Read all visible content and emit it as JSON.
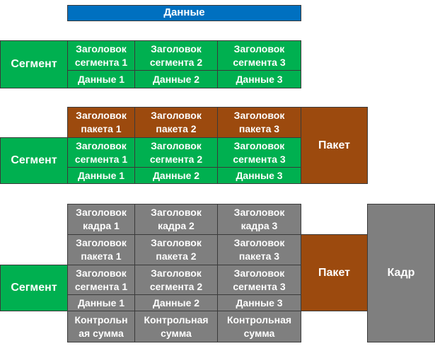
{
  "colors": {
    "data": "#0070c0",
    "segment": "#00b050",
    "packet": "#9c4a0e",
    "frame": "#7f7f7f"
  },
  "data_bar": "Данные",
  "segment_label": "Сегмент",
  "packet_label": "Пакет",
  "frame_label": "Кадр",
  "segment_headers": [
    "Заголовок\nсегмента 1",
    "Заголовок\nсегмента 2",
    "Заголовок\nсегмента 3"
  ],
  "data_cells": [
    "Данные 1",
    "Данные 2",
    "Данные 3"
  ],
  "packet_headers": [
    "Заголовок\nпакета 1",
    "Заголовок\nпакета 2",
    "Заголовок\nпакета 3"
  ],
  "frame_headers": [
    "Заголовок\nкадра 1",
    "Заголовок\nкадра 2",
    "Заголовок\nкадра 3"
  ],
  "checksums": [
    "Контрольн\nая сумма",
    "Контрольная\nсумма",
    "Контрольная\nсумма"
  ]
}
